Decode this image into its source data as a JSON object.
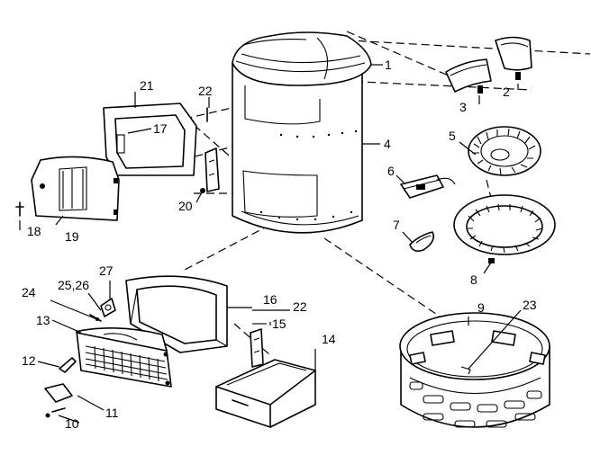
{
  "labels": {
    "p1": "1",
    "p2": "2",
    "p3": "3",
    "p4": "4",
    "p5": "5",
    "p6": "6",
    "p7": "7",
    "p8": "8",
    "p9": "9",
    "p10": "10",
    "p11": "11",
    "p12": "12",
    "p13": "13",
    "p14": "14",
    "p15": "15",
    "p16": "16",
    "p17": "17",
    "p18": "18",
    "p19": "19",
    "p20": "20",
    "p21": "21",
    "p22a": "22",
    "p22b": "22",
    "p23": "23",
    "p24": "24",
    "p2526": "25,26",
    "p27": "27"
  }
}
